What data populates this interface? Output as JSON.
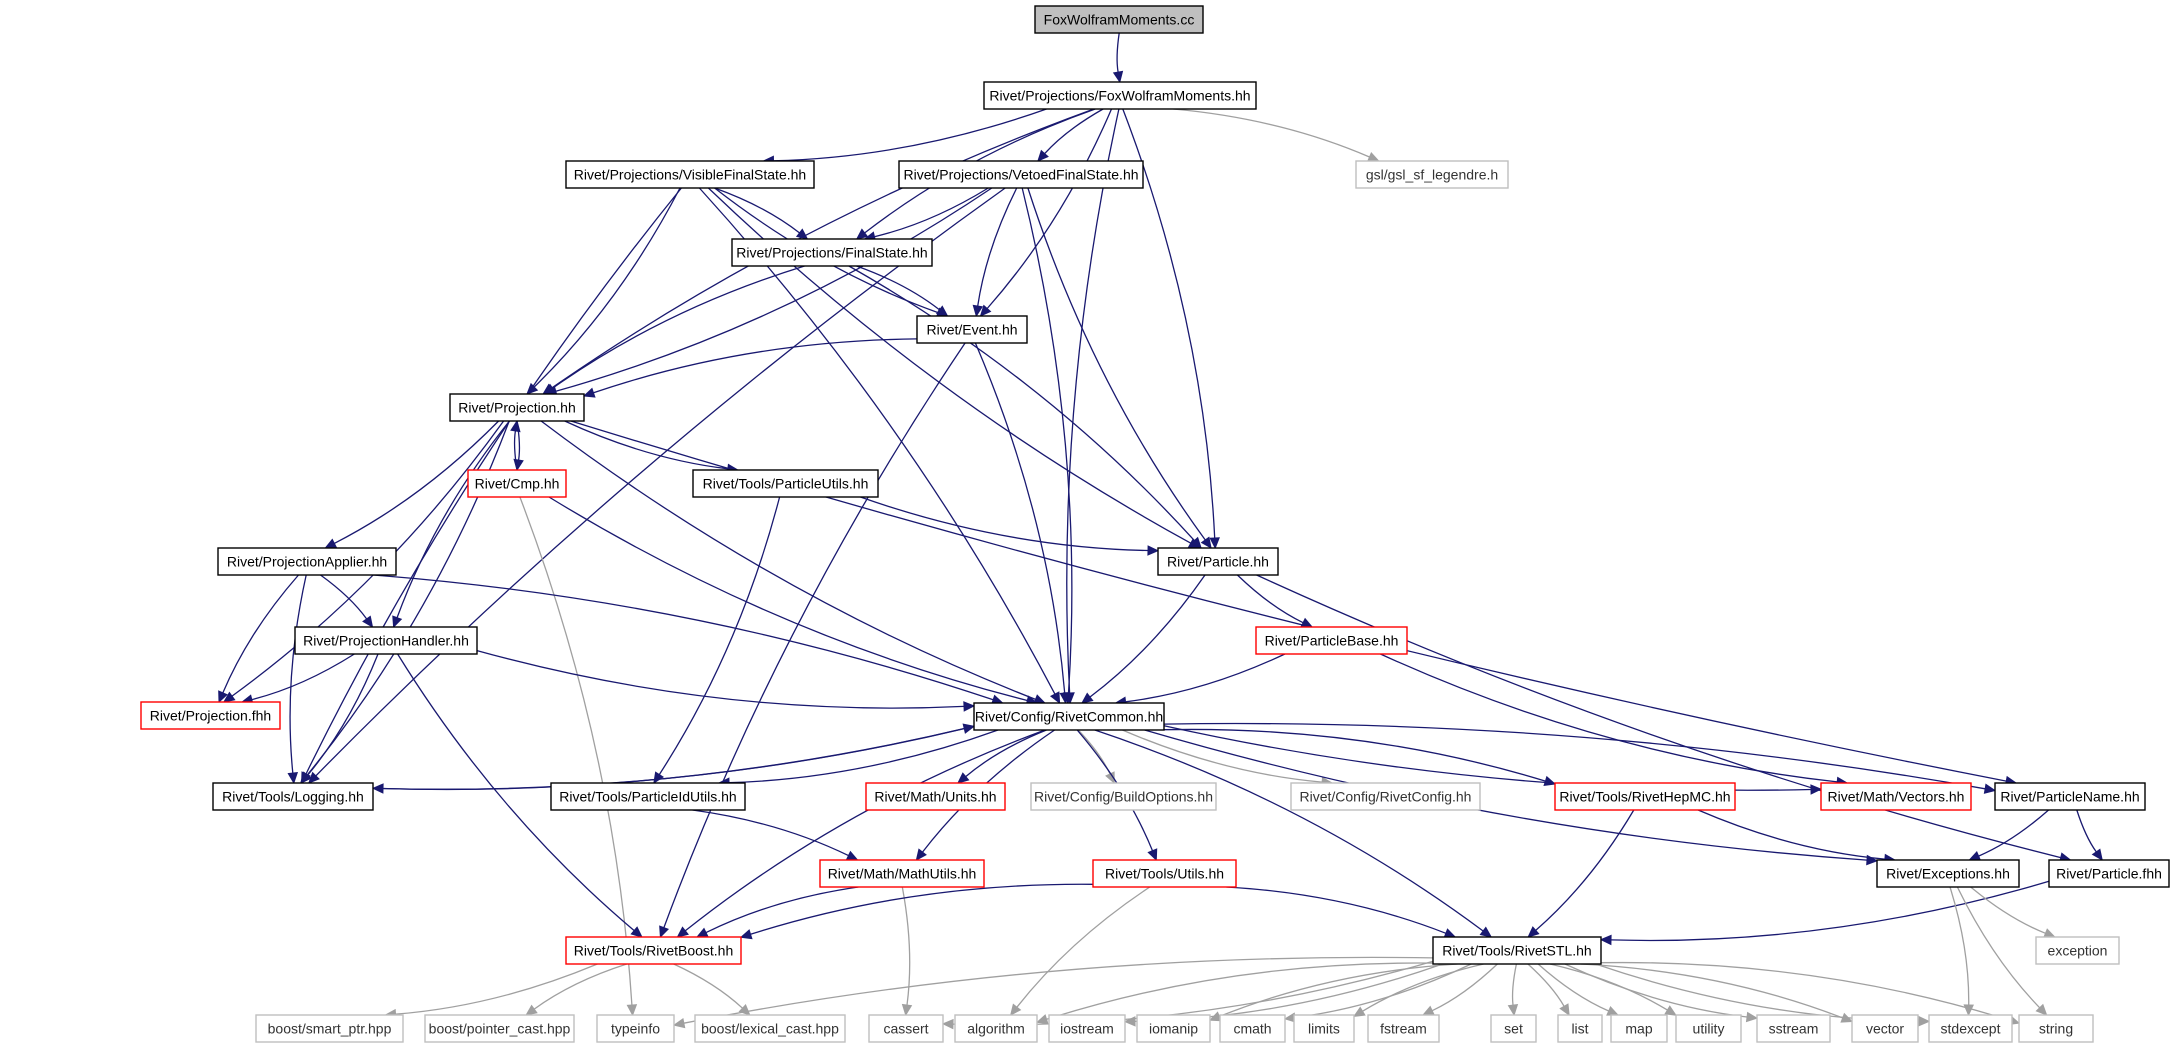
{
  "nodes": [
    {
      "id": "root",
      "label": "FoxWolframMoments.cc",
      "style": "root"
    },
    {
      "id": "fwm",
      "label": "Rivet/Projections/FoxWolframMoments.hh",
      "style": "normal"
    },
    {
      "id": "vfs",
      "label": "Rivet/Projections/VisibleFinalState.hh",
      "style": "normal"
    },
    {
      "id": "vetoed",
      "label": "Rivet/Projections/VetoedFinalState.hh",
      "style": "normal"
    },
    {
      "id": "gsl",
      "label": "gsl/gsl_sf_legendre.h",
      "style": "gray"
    },
    {
      "id": "fs",
      "label": "Rivet/Projections/FinalState.hh",
      "style": "normal"
    },
    {
      "id": "event",
      "label": "Rivet/Event.hh",
      "style": "normal"
    },
    {
      "id": "proj",
      "label": "Rivet/Projection.hh",
      "style": "normal"
    },
    {
      "id": "cmp",
      "label": "Rivet/Cmp.hh",
      "style": "red"
    },
    {
      "id": "putils",
      "label": "Rivet/Tools/ParticleUtils.hh",
      "style": "normal"
    },
    {
      "id": "particle",
      "label": "Rivet/Particle.hh",
      "style": "normal"
    },
    {
      "id": "papplier",
      "label": "Rivet/ProjectionApplier.hh",
      "style": "normal"
    },
    {
      "id": "phandler",
      "label": "Rivet/ProjectionHandler.hh",
      "style": "normal"
    },
    {
      "id": "pbase",
      "label": "Rivet/ParticleBase.hh",
      "style": "red"
    },
    {
      "id": "projfhh",
      "label": "Rivet/Projection.fhh",
      "style": "red"
    },
    {
      "id": "common",
      "label": "Rivet/Config/RivetCommon.hh",
      "style": "normal"
    },
    {
      "id": "logging",
      "label": "Rivet/Tools/Logging.hh",
      "style": "normal"
    },
    {
      "id": "pidutils",
      "label": "Rivet/Tools/ParticleIdUtils.hh",
      "style": "normal"
    },
    {
      "id": "units",
      "label": "Rivet/Math/Units.hh",
      "style": "red"
    },
    {
      "id": "buildopt",
      "label": "Rivet/Config/BuildOptions.hh",
      "style": "gray"
    },
    {
      "id": "rconfig",
      "label": "Rivet/Config/RivetConfig.hh",
      "style": "gray"
    },
    {
      "id": "hepmc",
      "label": "Rivet/Tools/RivetHepMC.hh",
      "style": "red"
    },
    {
      "id": "vectors",
      "label": "Rivet/Math/Vectors.hh",
      "style": "red"
    },
    {
      "id": "pname",
      "label": "Rivet/ParticleName.hh",
      "style": "normal"
    },
    {
      "id": "mathutils",
      "label": "Rivet/Math/MathUtils.hh",
      "style": "red"
    },
    {
      "id": "utils",
      "label": "Rivet/Tools/Utils.hh",
      "style": "red"
    },
    {
      "id": "exceptions",
      "label": "Rivet/Exceptions.hh",
      "style": "normal"
    },
    {
      "id": "pfhh",
      "label": "Rivet/Particle.fhh",
      "style": "normal"
    },
    {
      "id": "rboost",
      "label": "Rivet/Tools/RivetBoost.hh",
      "style": "red"
    },
    {
      "id": "rstl",
      "label": "Rivet/Tools/RivetSTL.hh",
      "style": "normal"
    },
    {
      "id": "exception",
      "label": "exception",
      "style": "gray"
    },
    {
      "id": "smartptr",
      "label": "boost/smart_ptr.hpp",
      "style": "gray"
    },
    {
      "id": "pcast",
      "label": "boost/pointer_cast.hpp",
      "style": "gray"
    },
    {
      "id": "typeinfo",
      "label": "typeinfo",
      "style": "gray"
    },
    {
      "id": "lcast",
      "label": "boost/lexical_cast.hpp",
      "style": "gray"
    },
    {
      "id": "cassert",
      "label": "cassert",
      "style": "gray"
    },
    {
      "id": "algorithm",
      "label": "algorithm",
      "style": "gray"
    },
    {
      "id": "iostream",
      "label": "iostream",
      "style": "gray"
    },
    {
      "id": "iomanip",
      "label": "iomanip",
      "style": "gray"
    },
    {
      "id": "cmath",
      "label": "cmath",
      "style": "gray"
    },
    {
      "id": "limits",
      "label": "limits",
      "style": "gray"
    },
    {
      "id": "fstream",
      "label": "fstream",
      "style": "gray"
    },
    {
      "id": "set",
      "label": "set",
      "style": "gray"
    },
    {
      "id": "list",
      "label": "list",
      "style": "gray"
    },
    {
      "id": "map",
      "label": "map",
      "style": "gray"
    },
    {
      "id": "utility",
      "label": "utility",
      "style": "gray"
    },
    {
      "id": "sstream",
      "label": "sstream",
      "style": "gray"
    },
    {
      "id": "vector",
      "label": "vector",
      "style": "gray"
    },
    {
      "id": "stdexcept",
      "label": "stdexcept",
      "style": "gray"
    },
    {
      "id": "string",
      "label": "string",
      "style": "gray"
    }
  ],
  "edges": [
    [
      "root",
      "fwm"
    ],
    [
      "fwm",
      "vfs"
    ],
    [
      "fwm",
      "vetoed"
    ],
    [
      "fwm",
      "gsl"
    ],
    [
      "fwm",
      "fs"
    ],
    [
      "fwm",
      "event"
    ],
    [
      "fwm",
      "proj"
    ],
    [
      "fwm",
      "particle"
    ],
    [
      "fwm",
      "common"
    ],
    [
      "vfs",
      "fs"
    ],
    [
      "vfs",
      "event"
    ],
    [
      "vfs",
      "proj"
    ],
    [
      "vfs",
      "particle"
    ],
    [
      "vfs",
      "common"
    ],
    [
      "vfs",
      "logging"
    ],
    [
      "vetoed",
      "fs"
    ],
    [
      "vetoed",
      "event"
    ],
    [
      "vetoed",
      "proj"
    ],
    [
      "vetoed",
      "particle"
    ],
    [
      "vetoed",
      "common"
    ],
    [
      "vetoed",
      "logging"
    ],
    [
      "fs",
      "event"
    ],
    [
      "fs",
      "proj"
    ],
    [
      "fs",
      "particle"
    ],
    [
      "event",
      "proj"
    ],
    [
      "event",
      "common"
    ],
    [
      "event",
      "rboost"
    ],
    [
      "proj",
      "cmp"
    ],
    [
      "proj",
      "putils"
    ],
    [
      "proj",
      "papplier"
    ],
    [
      "proj",
      "phandler"
    ],
    [
      "proj",
      "projfhh"
    ],
    [
      "proj",
      "common"
    ],
    [
      "proj",
      "logging"
    ],
    [
      "proj",
      "pname"
    ],
    [
      "cmp",
      "proj"
    ],
    [
      "cmp",
      "common"
    ],
    [
      "cmp",
      "typeinfo"
    ],
    [
      "putils",
      "particle"
    ],
    [
      "putils",
      "pidutils"
    ],
    [
      "particle",
      "pbase"
    ],
    [
      "particle",
      "common"
    ],
    [
      "particle",
      "pfhh"
    ],
    [
      "papplier",
      "phandler"
    ],
    [
      "papplier",
      "projfhh"
    ],
    [
      "papplier",
      "common"
    ],
    [
      "papplier",
      "logging"
    ],
    [
      "phandler",
      "projfhh"
    ],
    [
      "phandler",
      "common"
    ],
    [
      "phandler",
      "logging"
    ],
    [
      "phandler",
      "rboost"
    ],
    [
      "pbase",
      "common"
    ],
    [
      "pbase",
      "vectors"
    ],
    [
      "common",
      "logging"
    ],
    [
      "logging",
      "common"
    ],
    [
      "common",
      "pidutils"
    ],
    [
      "common",
      "units"
    ],
    [
      "common",
      "buildopt"
    ],
    [
      "common",
      "rconfig"
    ],
    [
      "common",
      "hepmc"
    ],
    [
      "common",
      "vectors"
    ],
    [
      "common",
      "pname"
    ],
    [
      "common",
      "mathutils"
    ],
    [
      "common",
      "utils"
    ],
    [
      "common",
      "rboost"
    ],
    [
      "common",
      "rstl"
    ],
    [
      "common",
      "exceptions"
    ],
    [
      "pidutils",
      "mathutils"
    ],
    [
      "mathutils",
      "rboost"
    ],
    [
      "mathutils",
      "cassert"
    ],
    [
      "utils",
      "rboost"
    ],
    [
      "utils",
      "rstl"
    ],
    [
      "utils",
      "algorithm"
    ],
    [
      "hepmc",
      "rstl"
    ],
    [
      "hepmc",
      "exceptions"
    ],
    [
      "pname",
      "exceptions"
    ],
    [
      "pname",
      "pfhh"
    ],
    [
      "pfhh",
      "rstl"
    ],
    [
      "exceptions",
      "exception"
    ],
    [
      "exceptions",
      "stdexcept"
    ],
    [
      "exceptions",
      "string"
    ],
    [
      "rboost",
      "smartptr"
    ],
    [
      "rboost",
      "pcast"
    ],
    [
      "rboost",
      "lcast"
    ],
    [
      "rstl",
      "typeinfo"
    ],
    [
      "rstl",
      "cassert"
    ],
    [
      "rstl",
      "algorithm"
    ],
    [
      "rstl",
      "iostream"
    ],
    [
      "rstl",
      "iomanip"
    ],
    [
      "rstl",
      "cmath"
    ],
    [
      "rstl",
      "limits"
    ],
    [
      "rstl",
      "fstream"
    ],
    [
      "rstl",
      "set"
    ],
    [
      "rstl",
      "list"
    ],
    [
      "rstl",
      "map"
    ],
    [
      "rstl",
      "utility"
    ],
    [
      "rstl",
      "sstream"
    ],
    [
      "rstl",
      "vector"
    ],
    [
      "rstl",
      "stdexcept"
    ],
    [
      "rstl",
      "string"
    ]
  ],
  "colors": {
    "edge": "#191970",
    "edge_light": "#a0a0a0",
    "root_fill": "#bfbfbf",
    "red_border": "#ff0000",
    "gray_border": "#bfbfbf"
  }
}
